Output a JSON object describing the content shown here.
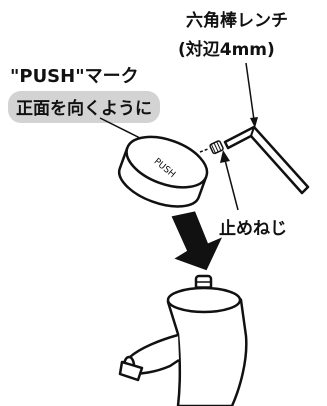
{
  "labels": {
    "wrench_name": "六角棒レンチ",
    "wrench_size": "(対辺4mm)",
    "push_mark": "\"PUSH\"マーク",
    "push_instruction": "正面を向くように",
    "set_screw": "止めねじ",
    "cap_text": "PUSH"
  },
  "colors": {
    "line": "#111111",
    "highlight": "#d3d3d3",
    "arrow": "#111111"
  },
  "icons": {
    "arrow_down": "down-arrow",
    "hex_wrench": "hex-key",
    "faucet": "faucet"
  }
}
